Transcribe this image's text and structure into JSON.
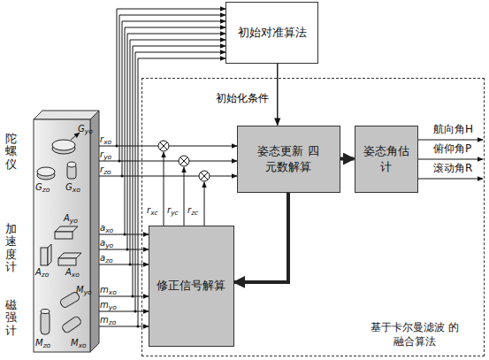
{
  "diagram": {
    "nodes": [
      {
        "text": [
          "初始对准算法"
        ]
      },
      {
        "text": [
          "基于卡尔曼滤波 的融合算法"
        ]
      },
      {
        "text": [
          "姿态更新 四元数解算"
        ],
        "in": 1
      },
      {
        "text": [
          "姿态角估计"
        ],
        "in": 1
      },
      {
        "text": [
          "修正信号解算"
        ],
        "in": 1
      }
    ],
    "edges": [
      {
        "from": 0,
        "to": 2,
        "label": "初始化条件",
        "arrow": "to"
      },
      {
        "from": 2,
        "to": 3,
        "arrow": "to"
      },
      {
        "from": 2,
        "to": 4,
        "arrow": "to"
      }
    ],
    "labels": [
      "陀螺仪",
      "加速度计",
      "磁强计",
      "Gyo",
      "Gzo",
      "Gxo",
      "Ayo",
      "Azo",
      "Axo",
      "Myo",
      "Mzo",
      "Mxo",
      "rxo",
      "ryo",
      "rzo",
      "axo",
      "ayo",
      "azo",
      "mxo",
      "myo",
      "mzo",
      "rxc",
      "ryc",
      "rzc",
      "航向角H",
      "俯仰角P",
      "滚动角R"
    ]
  }
}
